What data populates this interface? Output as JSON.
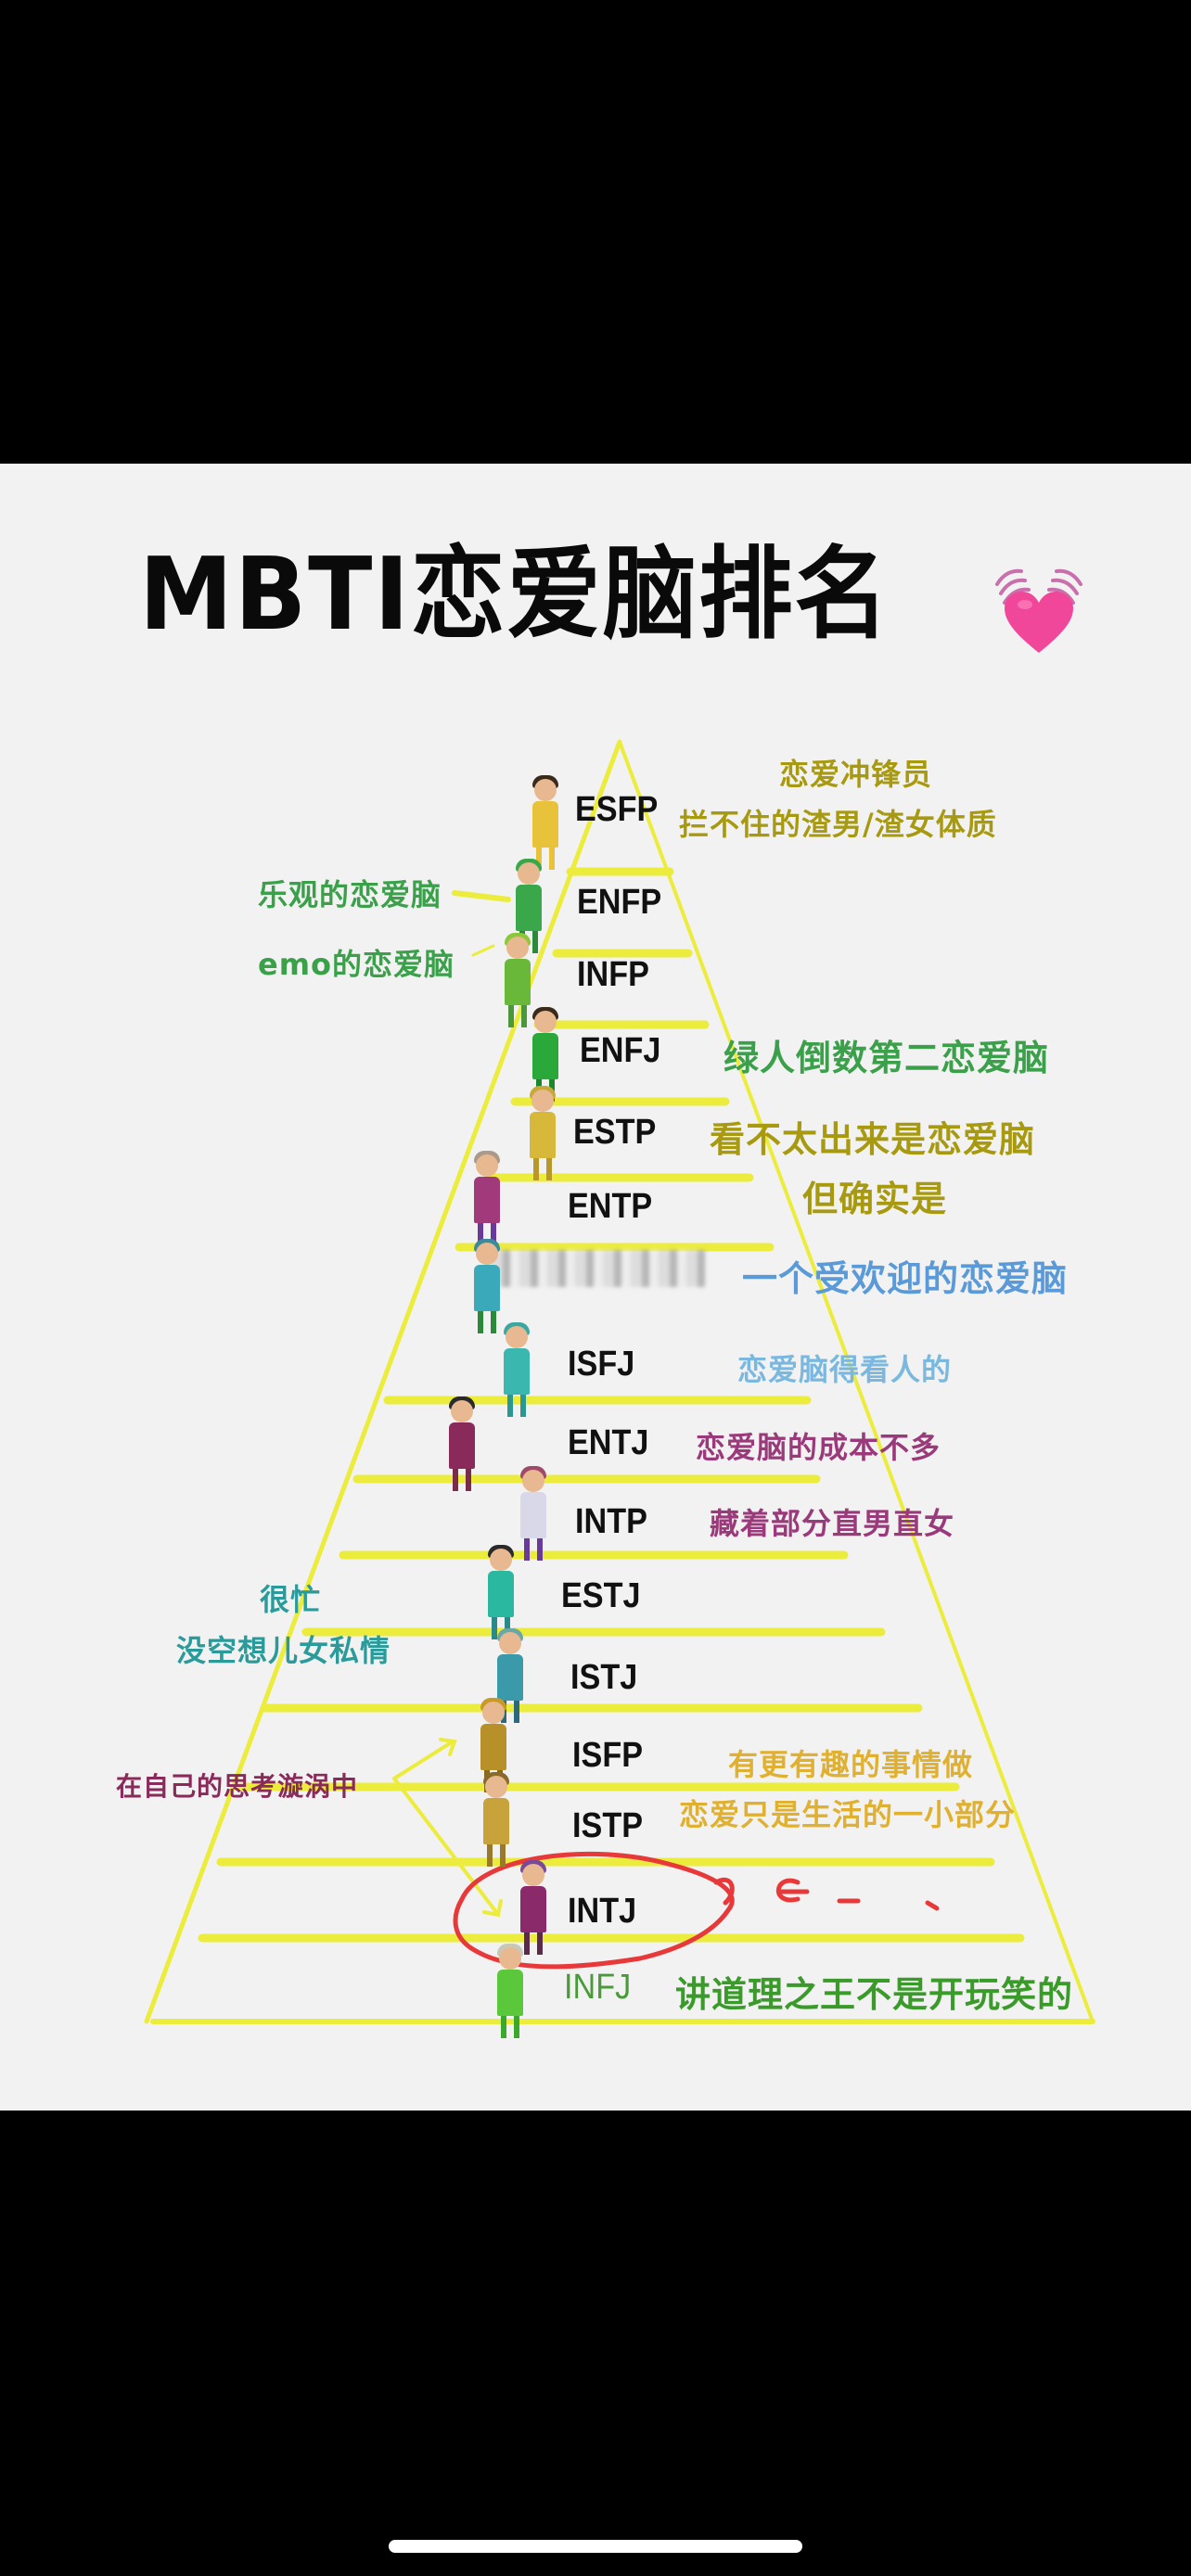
{
  "poster": {
    "title": "MBTI恋爱脑排名",
    "title_emoji": "beating-heart-icon",
    "colors": {
      "background": "#f2f2f2",
      "pyramid_line": "#ecec3c",
      "heart": "#f0479a",
      "highlight_circle": "#e8393a"
    }
  },
  "ranking": [
    {
      "rank": 1,
      "type": "ESFP"
    },
    {
      "rank": 2,
      "type": "ENFP"
    },
    {
      "rank": 3,
      "type": "INFP"
    },
    {
      "rank": 4,
      "type": "ENFJ"
    },
    {
      "rank": 5,
      "type": "ESTP"
    },
    {
      "rank": 6,
      "type": "ENTP"
    },
    {
      "rank": 7,
      "type": ""
    },
    {
      "rank": 8,
      "type": "ISFJ"
    },
    {
      "rank": 9,
      "type": "ENTJ"
    },
    {
      "rank": 10,
      "type": "INTP"
    },
    {
      "rank": 11,
      "type": "ESTJ"
    },
    {
      "rank": 12,
      "type": "ISTJ"
    },
    {
      "rank": 13,
      "type": "ISFP"
    },
    {
      "rank": 14,
      "type": "ISTP"
    },
    {
      "rank": 15,
      "type": "INTJ"
    },
    {
      "rank": 16,
      "type": "INFJ"
    }
  ],
  "annotations": {
    "esfp_line1": "恋爱冲锋员",
    "esfp_line2": "拦不住的渣男/渣女体质",
    "enfp": "乐观的恋爱脑",
    "infp": "emo的恋爱脑",
    "enfj": "绿人倒数第二恋爱脑",
    "estp_line1": "看不太出来是恋爱脑",
    "estp_line2": "但确实是",
    "rank7": "一个受欢迎的恋爱脑",
    "isfj": "恋爱脑得看人的",
    "entj": "恋爱脑的成本不多",
    "intp": "藏着部分直男直女",
    "sj_line1": "很忙",
    "sj_line2": "没空想儿女私情",
    "istj_watermark": "",
    "sp_left": "在自己的思考漩涡中",
    "isfp": "有更有趣的事情做",
    "istp": "恋爱只是生活的一小部分",
    "intj_handwriting": "e - 、",
    "infj": "讲道理之王不是开玩笑的"
  }
}
